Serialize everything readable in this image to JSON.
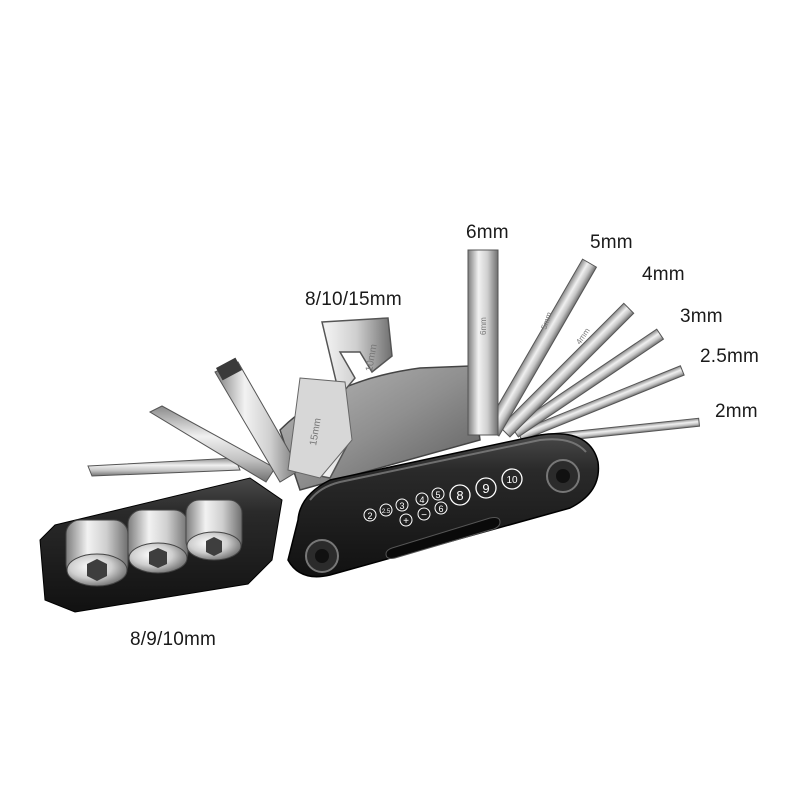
{
  "labels": {
    "hex_6mm": "6mm",
    "hex_5mm": "5mm",
    "hex_4mm": "4mm",
    "hex_3mm": "3mm",
    "hex_2_5mm": "2.5mm",
    "hex_2mm": "2mm",
    "wrench_sizes": "8/10/15mm",
    "socket_sizes": "8/9/10mm"
  },
  "tool_markings": {
    "slot_2": "2",
    "slot_2_5": "2.5",
    "slot_3": "3",
    "slot_4": "4",
    "slot_5": "5",
    "slot_6": "6",
    "slot_plus": "+",
    "slot_minus": "−",
    "socket_8": "8",
    "socket_9": "9",
    "socket_10": "10",
    "wrench_15mm": "15mm",
    "wrench_10mm": "10mm",
    "bit_6mm": "6mm",
    "bit_5mm": "5mm",
    "bit_4mm": "4mm"
  },
  "colors": {
    "background": "#ffffff",
    "handle": "#1e1e1e",
    "steel_light": "#e4e4e4",
    "steel_dark": "#8a8a8a"
  }
}
